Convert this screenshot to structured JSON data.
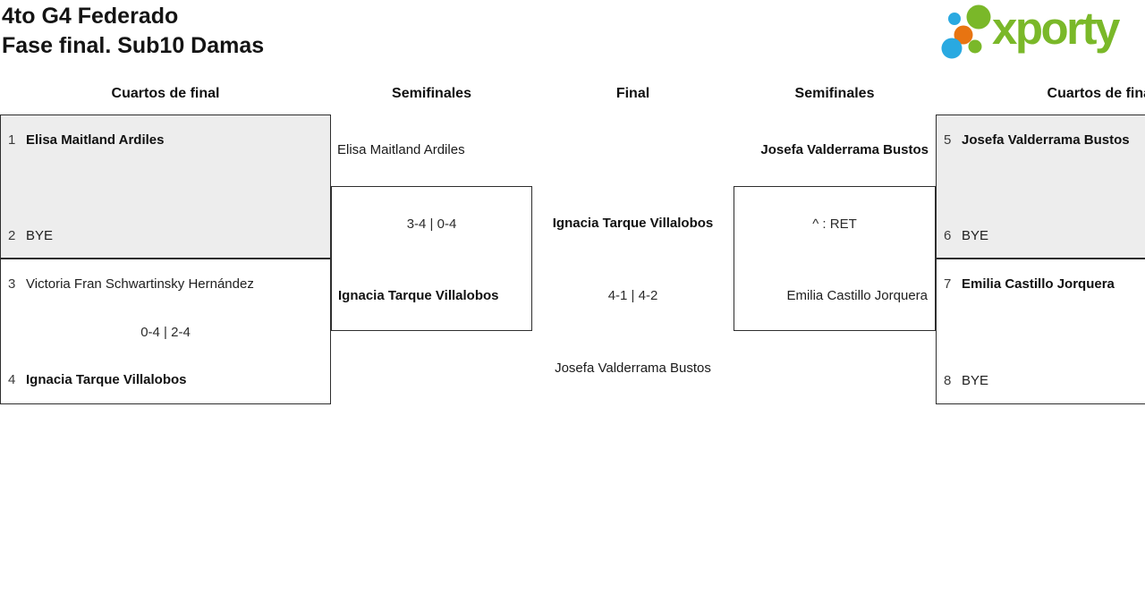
{
  "header": {
    "title_line1": "4to G4 Federado",
    "title_line2": "Fase final. Sub10 Damas",
    "logo_text": "xporty"
  },
  "round_headers": [
    "Cuartos de final",
    "Semifinales",
    "Final",
    "Semifinales",
    "Cuartos de final"
  ],
  "bracket": {
    "qf_left_top": {
      "p1_seed": "1",
      "p1_name": "Elisa Maitland Ardiles",
      "p2_seed": "2",
      "p2_name": "BYE"
    },
    "qf_left_bottom": {
      "p1_seed": "3",
      "p1_name": "Victoria Fran Schwartinsky Hernández",
      "score": "0-4 | 2-4",
      "p2_seed": "4",
      "p2_name": "Ignacia Tarque Villalobos"
    },
    "sf_left": {
      "p1_name": "Elisa Maitland Ardiles",
      "score": "3-4 | 0-4",
      "p2_name": "Ignacia Tarque Villalobos"
    },
    "final": {
      "p1_name": "Ignacia Tarque Villalobos",
      "score": "4-1 | 4-2",
      "p2_name": "Josefa Valderrama Bustos"
    },
    "sf_right": {
      "p1_name": "Josefa Valderrama Bustos",
      "score": "^ : RET",
      "p2_name": "Emilia Castillo Jorquera"
    },
    "qf_right_top": {
      "p1_seed": "5",
      "p1_name": "Josefa Valderrama Bustos",
      "p2_seed": "6",
      "p2_name": "BYE"
    },
    "qf_right_bottom": {
      "p1_seed": "7",
      "p1_name": "Emilia Castillo Jorquera",
      "p2_seed": "8",
      "p2_name": "BYE"
    }
  },
  "colors": {
    "logo_green": "#7ab829",
    "logo_blue": "#29a9e1",
    "logo_orange": "#e87411",
    "box_border": "#2e2e2e",
    "box_highlight_bg": "#ededed"
  }
}
